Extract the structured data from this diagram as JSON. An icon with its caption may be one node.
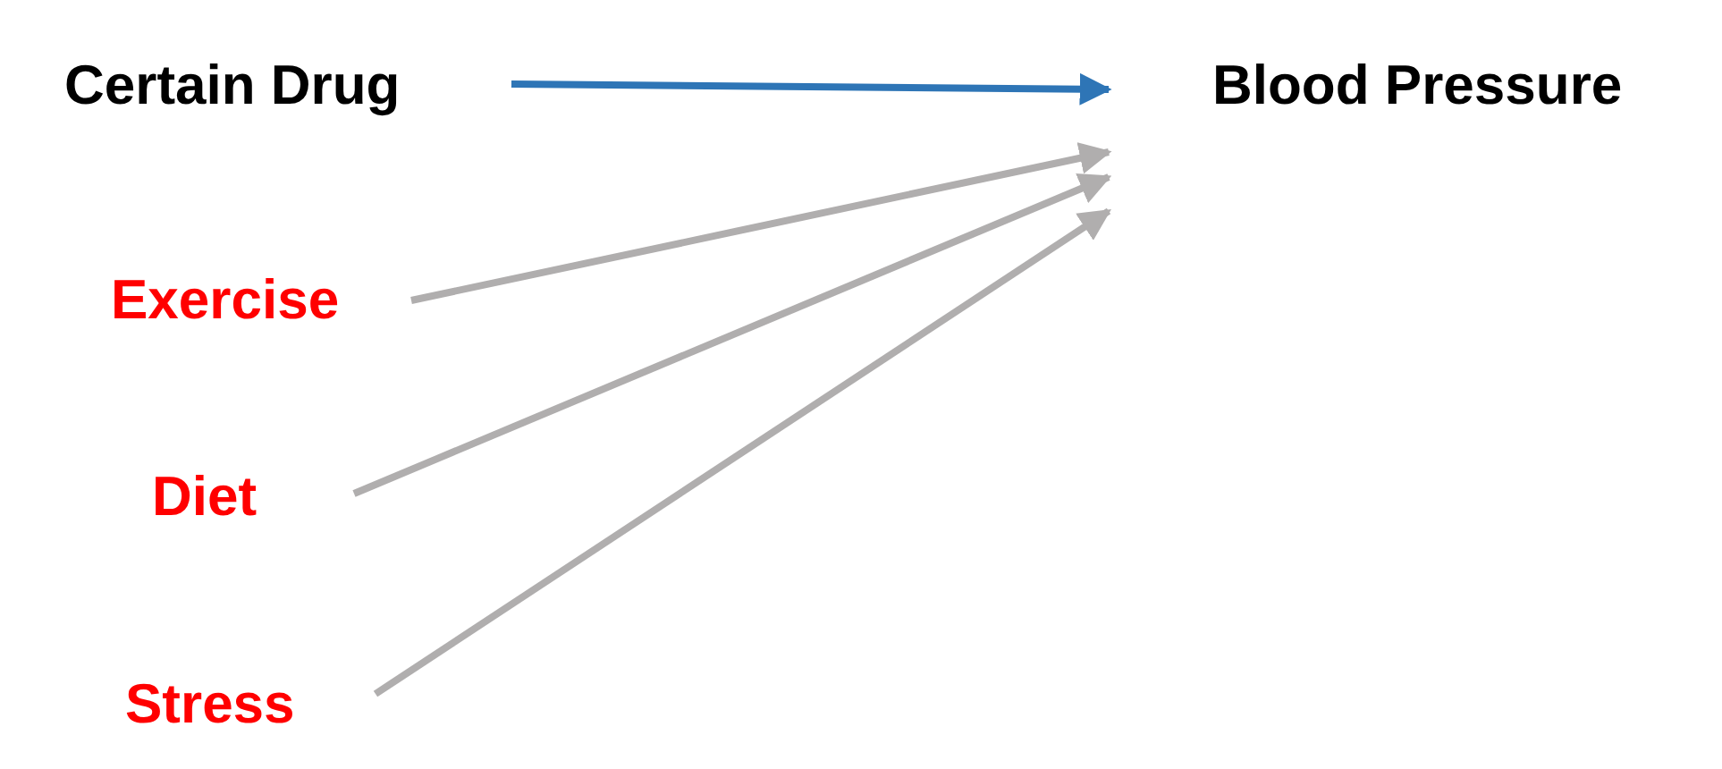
{
  "diagram": {
    "nodes": [
      {
        "text": [
          "Certain Drug"
        ]
      },
      {
        "text": [
          "Blood Pressure"
        ]
      },
      {
        "text": [
          "Exercise"
        ]
      },
      {
        "text": [
          "Diet"
        ]
      },
      {
        "text": [
          "Stress"
        ]
      }
    ],
    "edges": [
      {
        "from": 0,
        "to": 1,
        "arrow": "to",
        "color": "#2e75b6"
      },
      {
        "from": 2,
        "to": 1,
        "arrow": "to"
      },
      {
        "from": 3,
        "to": 1,
        "arrow": "to"
      },
      {
        "from": 4,
        "to": 1,
        "arrow": "to"
      }
    ]
  }
}
